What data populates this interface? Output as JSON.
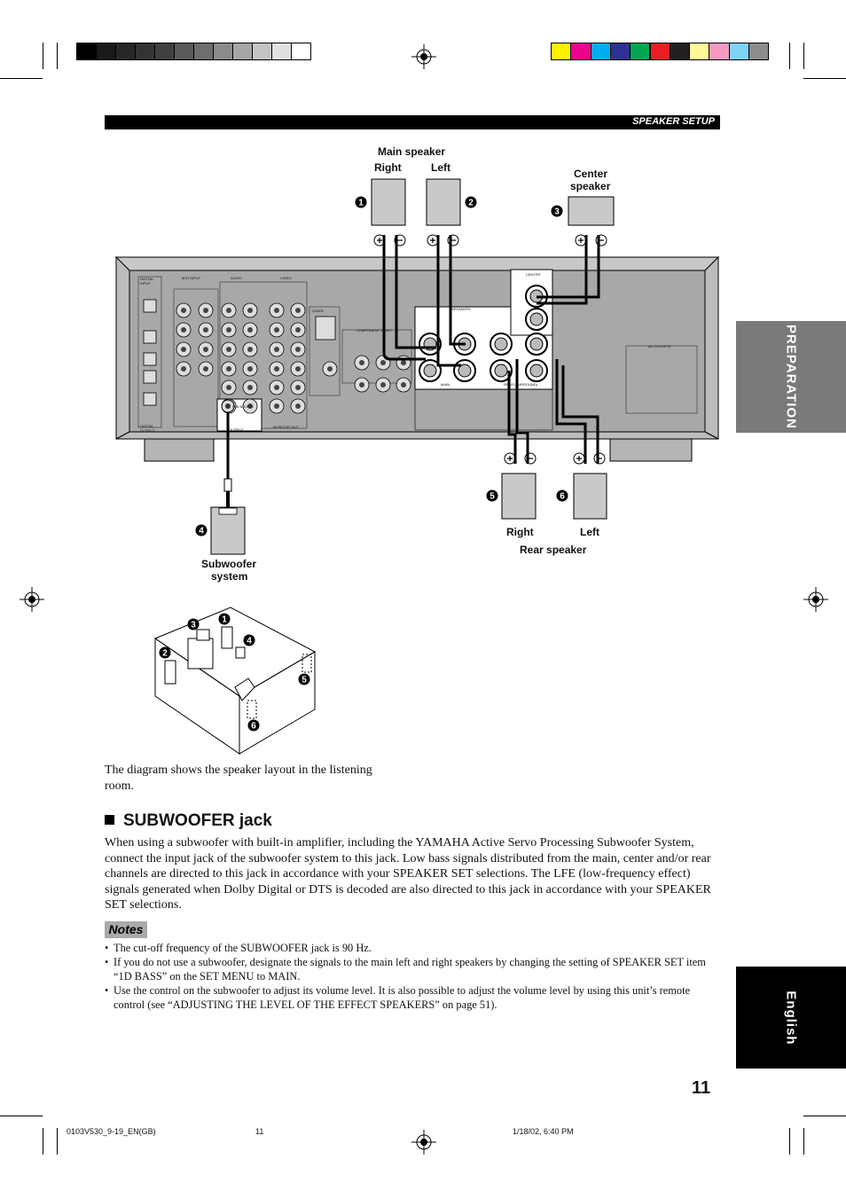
{
  "header": {
    "section": "SPEAKER SETUP"
  },
  "side_tabs": {
    "preparation": "PREPARATION",
    "language": "English"
  },
  "diagram": {
    "main_speaker": "Main speaker",
    "right": "Right",
    "left": "Left",
    "center_speaker_line1": "Center",
    "center_speaker_line2": "speaker",
    "subwoofer_line1": "Subwoofer",
    "subwoofer_line2": "system",
    "rear_right": "Right",
    "rear_left": "Left",
    "rear_speaker": "Rear speaker",
    "markers": [
      "1",
      "2",
      "3",
      "4",
      "5",
      "6"
    ],
    "panel_labels": {
      "speakers": "SPEAKERS",
      "center": "CENTER",
      "main": "MAIN",
      "rear_surround": "REAR (SURROUND)",
      "ac_outlets": "AC OUTLETS",
      "tuner": "TUNER",
      "component_video": "COMPONENT VIDEO",
      "subwoofer_output": "SUB WOOFER",
      "output": "OUTPUT",
      "digital_output": "DIGITAL OUTPUT",
      "digital_input": "DIGITAL INPUT",
      "six_ch_input": "6CH INPUT",
      "audio": "AUDIO",
      "video": "VIDEO",
      "monitor_out": "MONITOR OUT"
    },
    "caption": "The diagram shows the speaker layout in the listening room."
  },
  "subwoofer_section": {
    "heading": "SUBWOOFER jack",
    "body": "When using a subwoofer with built-in amplifier, including the YAMAHA Active Servo Processing Subwoofer System, connect the input jack of the subwoofer system to this jack. Low bass signals distributed from the main, center and/or rear channels are directed to this jack in accordance with your SPEAKER SET selections. The LFE (low-frequency effect) signals generated when Dolby Digital or DTS is decoded are also directed to this jack in accordance with your SPEAKER SET selections.",
    "notes_label": "Notes",
    "notes": [
      "The cut-off frequency of the SUBWOOFER jack is 90 Hz.",
      "If you do not use a subwoofer, designate the signals to the main left and right speakers by changing the setting of SPEAKER SET item “1D BASS” on the SET MENU to MAIN.",
      "Use the control on the subwoofer to adjust its volume level. It is also possible to adjust the volume level by using this unit’s remote control (see “ADJUSTING THE LEVEL OF THE EFFECT SPEAKERS” on page 51)."
    ]
  },
  "page_number": "11",
  "footer": {
    "file": "0103V530_9-19_EN(GB)",
    "page": "11",
    "date": "1/18/02, 6:40 PM"
  },
  "colors": {
    "gray_bars": [
      "#000000",
      "#1a1a1a",
      "#262626",
      "#333333",
      "#404040",
      "#595959",
      "#6e6e6e",
      "#8a8a8a",
      "#a6a6a6",
      "#c4c4c4",
      "#e0e0e0",
      "#ffffff"
    ],
    "color_bars": [
      "#fff200",
      "#ec008c",
      "#00aeef",
      "#2e3192",
      "#00a651",
      "#ed1c24",
      "#231f20",
      "#fff799",
      "#f49ac1",
      "#7fd3f7",
      "#8c8c8c"
    ],
    "panel_fill": "#a8a8a8",
    "text": "#111111"
  }
}
